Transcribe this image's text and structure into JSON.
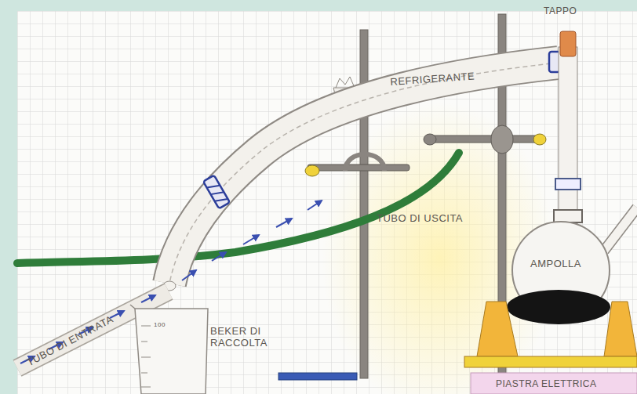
{
  "diagram": {
    "labels": [
      "TAPPO",
      "REFRIGERANTE",
      "TUBO DI USCITA",
      "AMPOLLA",
      "TUBO DI ENTRATA",
      "100",
      "BEKER DI RACCOLTA",
      "PIASTRA ELETTRICA"
    ]
  }
}
